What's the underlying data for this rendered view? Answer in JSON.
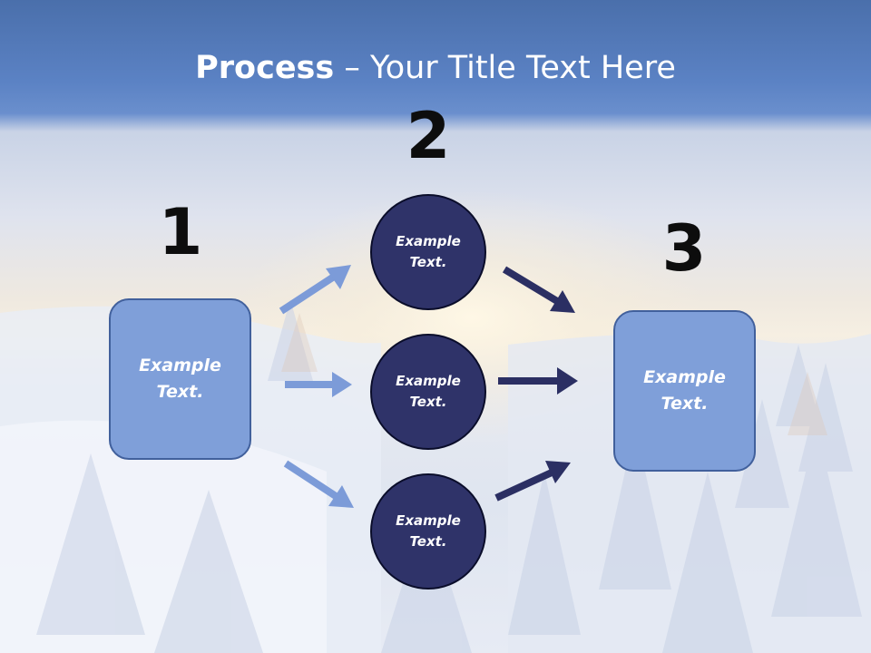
{
  "slide": {
    "title_bold": "Process",
    "title_rest": " – Your Title Text Here",
    "step1": {
      "number": "1",
      "label_line1": "Example",
      "label_line2": "Text."
    },
    "step2": {
      "number": "2",
      "circles": [
        {
          "line1": "Example",
          "line2": "Text."
        },
        {
          "line1": "Example",
          "line2": "Text."
        },
        {
          "line1": "Example",
          "line2": "Text."
        }
      ]
    },
    "step3": {
      "number": "3",
      "label_line1": "Example",
      "label_line2": "Text."
    }
  },
  "colors": {
    "light_box": "#7f9fd9",
    "dark_circle": "#2f3369",
    "light_arrow": "#7c9bd8",
    "dark_arrow": "#2b2f63"
  }
}
